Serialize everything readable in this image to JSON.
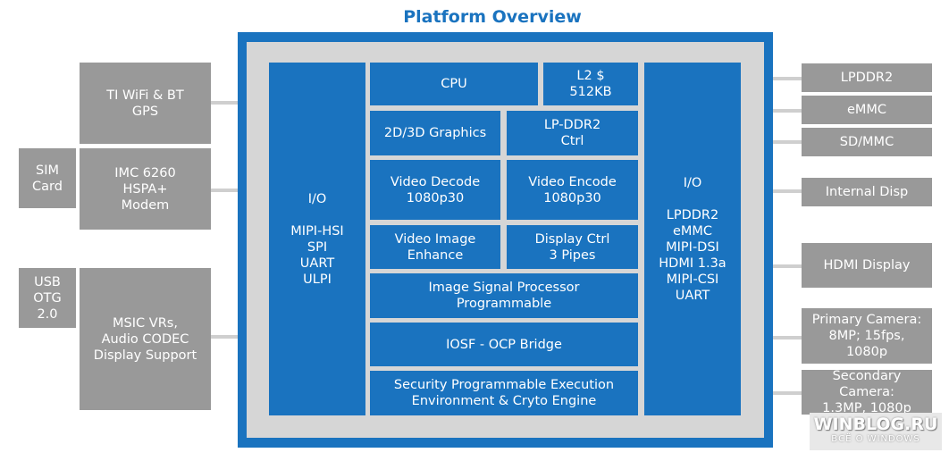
{
  "title": "Platform Overview",
  "colors": {
    "chip_blue": "#1a73bf",
    "external_gray": "#999999",
    "chip_fill": "#d6d6d6",
    "wire_gray": "#cfcfcf"
  },
  "soc": {
    "io_left": "I/O\n\nMIPI-HSI\nSPI\nUART\nULPI",
    "cpu": "CPU",
    "l2": "L2 $\n512KB",
    "graphics": "2D/3D Graphics",
    "lpddr2_ctrl": "LP-DDR2\nCtrl",
    "video_decode": "Video Decode\n1080p30",
    "video_encode": "Video Encode\n1080p30",
    "video_enhance": "Video Image\nEnhance",
    "display_ctrl": "Display Ctrl\n3 Pipes",
    "isp": "Image Signal Processor\nProgrammable",
    "iosf": "IOSF - OCP Bridge",
    "security": "Security Programmable Execution\nEnvironment & Cryto Engine",
    "io_right": "I/O\n\nLPDDR2\neMMC\nMIPI-DSI\nHDMI 1.3a\nMIPI-CSI\nUART"
  },
  "left_components": {
    "wifi": "TI WiFi & BT\nGPS",
    "sim": "SIM\nCard",
    "modem": "IMC 6260\nHSPA+\nModem",
    "usb": "USB\nOTG\n2.0",
    "msic": "MSIC VRs,\nAudio CODEC\nDisplay Support"
  },
  "right_components": {
    "lpddr2": "LPDDR2",
    "emmc": "eMMC",
    "sdmmc": "SD/MMC",
    "internal_disp": "Internal Disp",
    "hdmi": "HDMI Display",
    "primary_cam": "Primary Camera:\n8MP; 15fps,\n1080p",
    "secondary_cam": "Secondary Camera:\n1.3MP, 1080p"
  },
  "watermark": {
    "main": "WINBLOG.RU",
    "sub": "ВСЁ О WINDOWS"
  }
}
